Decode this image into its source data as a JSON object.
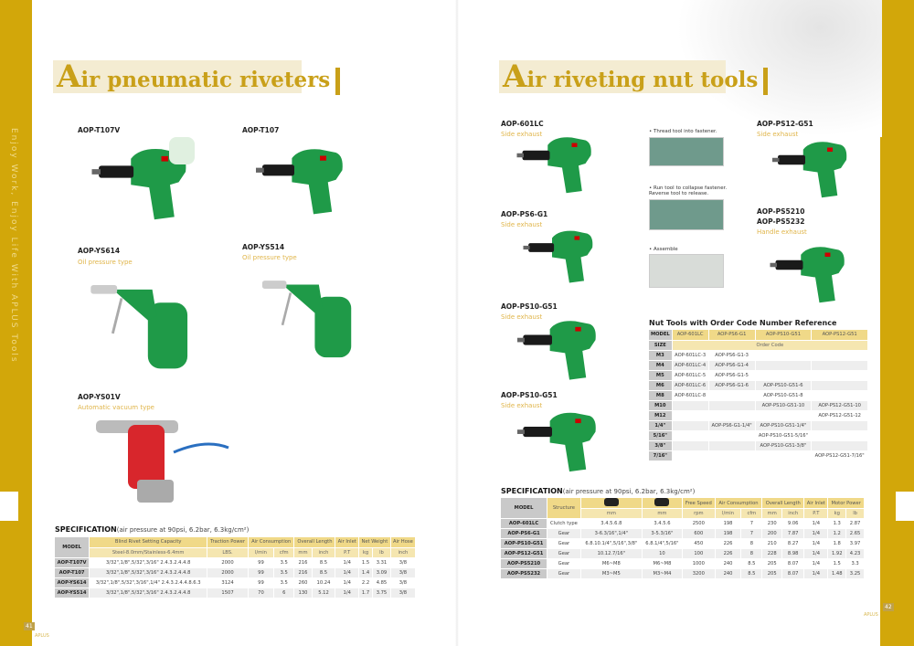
{
  "side_text": "Enjoy Work, Enjoy Life  With APLUS Tools",
  "left": {
    "title_first": "A",
    "title_rest": "ir pneumatic riveters",
    "products": [
      {
        "model": "AOP-T107V",
        "sub": ""
      },
      {
        "model": "AOP-T107",
        "sub": ""
      },
      {
        "model": "AOP-YS614",
        "sub": "Oil pressure type"
      },
      {
        "model": "AOP-YS514",
        "sub": "Oil pressure type"
      },
      {
        "model": "AOP-YS01V",
        "sub": "Automatic vacuum type"
      }
    ],
    "spec": {
      "title": "SPECIFICATION",
      "note": "(air pressure at 90psi, 6.2bar, 6.3kg/cm²)",
      "header1": [
        "MODEL",
        "Blind Rivet Setting Capacity",
        "Traction Power",
        "Air Consumption",
        "Overall Length",
        "Air Inlet",
        "Net Weight",
        "Air Hose"
      ],
      "header2": [
        "Steel-8.0mm/Stainless-6.4mm",
        "LBS.",
        "l/min",
        "cfm",
        "mm",
        "inch",
        "P.T",
        "kg",
        "lb",
        "inch"
      ],
      "rows": [
        [
          "AOP-T107V",
          "3/32\",1/8\",5/32\",3/16\" 2.4.3.2.4.4.8",
          "2000",
          "99",
          "3.5",
          "216",
          "8.5",
          "1/4",
          "1.5",
          "3.31",
          "3/8"
        ],
        [
          "AOP-T107",
          "3/32\",1/8\",5/32\",3/16\" 2.4.3.2.4.4.8",
          "2000",
          "99",
          "3.5",
          "216",
          "8.5",
          "1/4",
          "1.4",
          "3.09",
          "3/8"
        ],
        [
          "AOP-YS614",
          "3/32\",1/8\",5/32\",3/16\",1/4\" 2.4.3.2.4.4.8.6.3",
          "3124",
          "99",
          "3.5",
          "260",
          "10.24",
          "1/4",
          "2.2",
          "4.85",
          "3/8"
        ],
        [
          "AOP-YS514",
          "3/32\",1/8\",5/32\",3/16\" 2.4.3.2.4.4.8",
          "1507",
          "70",
          "6",
          "130",
          "5.12",
          "1/4",
          "1.7",
          "3.75",
          "3/8"
        ]
      ]
    },
    "page_number": "41",
    "brand": "APLUS"
  },
  "right": {
    "title_first": "A",
    "title_rest": "ir riveting nut tools",
    "products": [
      {
        "model": "AOP-601LC",
        "sub": "Side exhaust"
      },
      {
        "model": "AOP-PS6-G1",
        "sub": "Side exhaust"
      },
      {
        "model": "AOP-PS10-G51",
        "sub": "Side exhaust"
      },
      {
        "model": "AOP-PS10-G51",
        "sub": "Side exhaust"
      },
      {
        "model": "AOP-PS12-G51",
        "sub": "Side exhaust"
      },
      {
        "model": "AOP-PS5210",
        "model2": "AOP-PS5232",
        "sub": "Handle exhaust"
      }
    ],
    "steps": [
      "• Thread tool into fastener.",
      "• Run tool to collapse fastener. Reverse tool to release.",
      "• Assemble"
    ],
    "nut_table": {
      "title": "Nut Tools with Order Code Number Reference",
      "model_label": "MODEL",
      "size_label": "SIZE",
      "order_code_label": "Order Code",
      "models": [
        "AOP-601LC",
        "AOP-PS6-G1",
        "AOP-PS10-G51",
        "AOP-PS12-G51"
      ],
      "rows": [
        [
          "M3",
          "AOP-601LC-3",
          "AOP-PS6-G1-3",
          "",
          ""
        ],
        [
          "M4",
          "AOP-601LC-4",
          "AOP-PS6-G1-4",
          "",
          ""
        ],
        [
          "M5",
          "AOP-601LC-5",
          "AOP-PS6-G1-5",
          "",
          ""
        ],
        [
          "M6",
          "AOP-601LC-6",
          "AOP-PS6-G1-6",
          "AOP-PS10-G51-6",
          ""
        ],
        [
          "M8",
          "AOP-601LC-8",
          "",
          "AOP-PS10-G51-8",
          ""
        ],
        [
          "M10",
          "",
          "",
          "AOP-PS10-G51-10",
          "AOP-PS12-G51-10"
        ],
        [
          "M12",
          "",
          "",
          "",
          "AOP-PS12-G51-12"
        ],
        [
          "1/4\"",
          "",
          "AOP-PS6-G1-1/4\"",
          "AOP-PS10-G51-1/4\"",
          ""
        ],
        [
          "5/16\"",
          "",
          "",
          "AOP-PS10-G51-5/16\"",
          ""
        ],
        [
          "3/8\"",
          "",
          "",
          "AOP-PS10-G51-3/8\"",
          ""
        ],
        [
          "7/16\"",
          "",
          "",
          "",
          "AOP-PS12-G51-7/16\""
        ]
      ]
    },
    "spec": {
      "title": "SPECIFICATION",
      "note": "(air pressure at 90psi, 6.2bar, 6.3kg/cm²)",
      "header1": [
        "MODEL",
        "Structure",
        "",
        "",
        "Free Speed",
        "Air Consumption",
        "Overall Length",
        "Air Inlet",
        "Motor Power"
      ],
      "header2": [
        "mm",
        "mm",
        "rpm",
        "l/min",
        "cfm",
        "mm",
        "inch",
        "P.T",
        "kg",
        "lb"
      ],
      "rows": [
        [
          "AOP-601LC",
          "Clutch type",
          "3.4.5.6.8",
          "3.4.5.6",
          "2500",
          "198",
          "7",
          "230",
          "9.06",
          "1/4",
          "1.3",
          "2.87"
        ],
        [
          "AOP-PS6-G1",
          "Gear",
          "3-6.3/16\",1/4\"",
          "3-5.3/16\"",
          "600",
          "198",
          "7",
          "200",
          "7.87",
          "1/4",
          "1.2",
          "2.65"
        ],
        [
          "AOP-PS10-G51",
          "Gear",
          "6.8.10.1/4\",5/16\",3/8\"",
          "6.8.1/4\",5/16\"",
          "450",
          "226",
          "8",
          "210",
          "8.27",
          "1/4",
          "1.8",
          "3.97"
        ],
        [
          "AOP-PS12-G51",
          "Gear",
          "10.12.7/16\"",
          "10",
          "100",
          "226",
          "8",
          "228",
          "8.98",
          "1/4",
          "1.92",
          "4.23"
        ],
        [
          "AOP-PS5210",
          "Gear",
          "M6~M8",
          "M6~M8",
          "1000",
          "240",
          "8.5",
          "205",
          "8.07",
          "1/4",
          "1.5",
          "3.3"
        ],
        [
          "AOP-PS5232",
          "Gear",
          "M3~M5",
          "M3~M4",
          "3200",
          "240",
          "8.5",
          "205",
          "8.07",
          "1/4",
          "1.48",
          "3.25"
        ]
      ]
    },
    "page_number": "42",
    "brand": "APLUS"
  },
  "colors": {
    "gold": "#d2a70a",
    "title": "#c9a019",
    "tool_green": "#1f9a48"
  }
}
